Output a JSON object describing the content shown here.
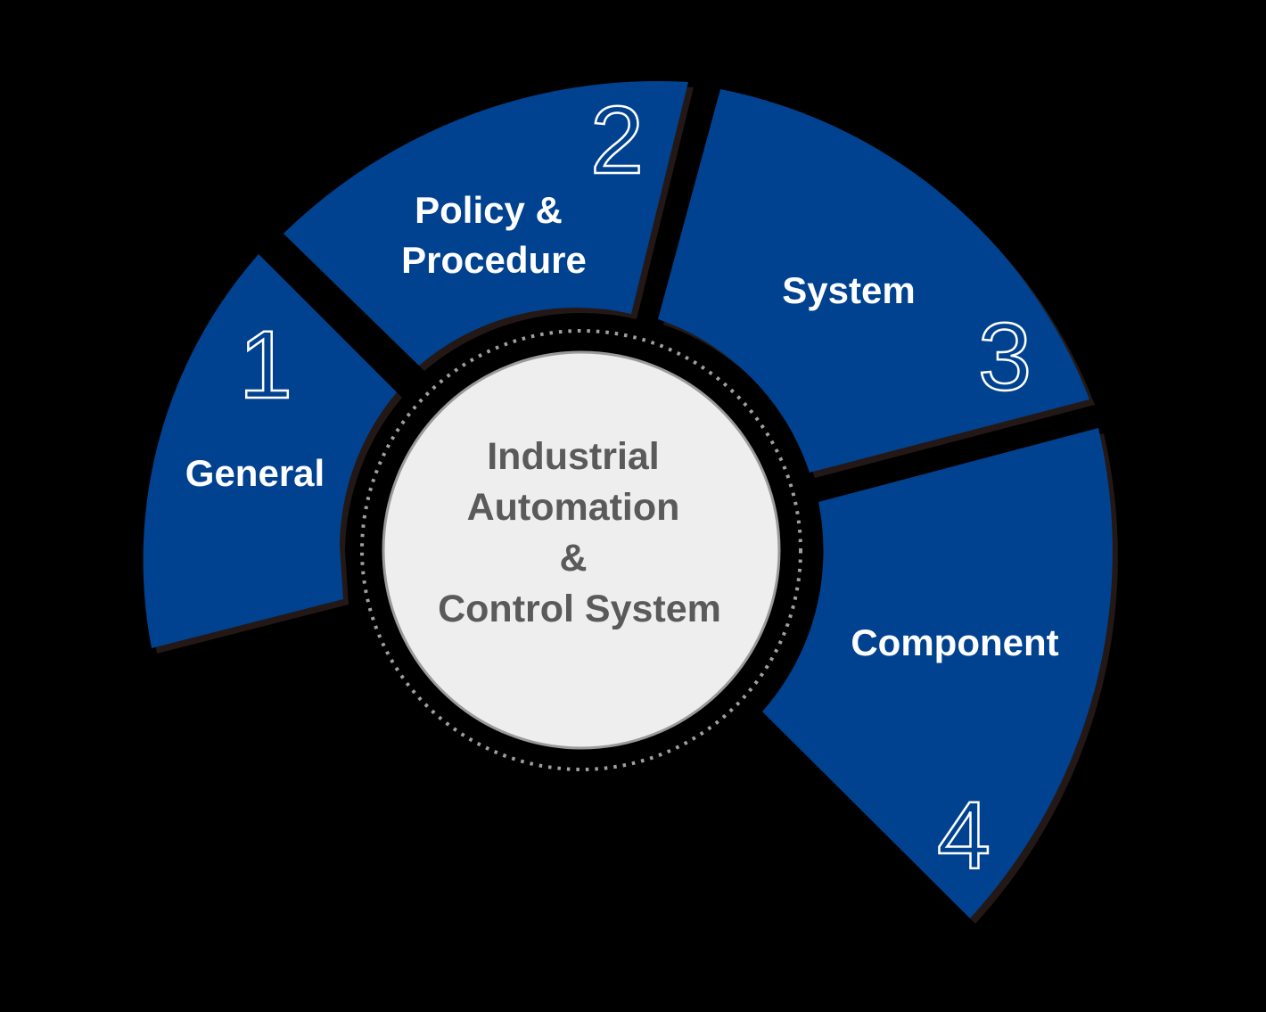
{
  "diagram": {
    "center": {
      "lines": [
        "Industrial",
        "Automation",
        "&",
        "Control System"
      ]
    },
    "segments": [
      {
        "number": "1",
        "label_lines": [
          "General"
        ]
      },
      {
        "number": "2",
        "label_lines": [
          "Policy &",
          "Procedure"
        ]
      },
      {
        "number": "3",
        "label_lines": [
          "System"
        ]
      },
      {
        "number": "4",
        "label_lines": [
          "Component"
        ]
      }
    ],
    "colors": {
      "segment_fill": "#00428f",
      "background": "#000000",
      "center_fill": "#eeeeee",
      "center_text": "#5a5a5a",
      "dotted_ring": "#a0a0a0",
      "label_text": "#ffffff"
    }
  }
}
